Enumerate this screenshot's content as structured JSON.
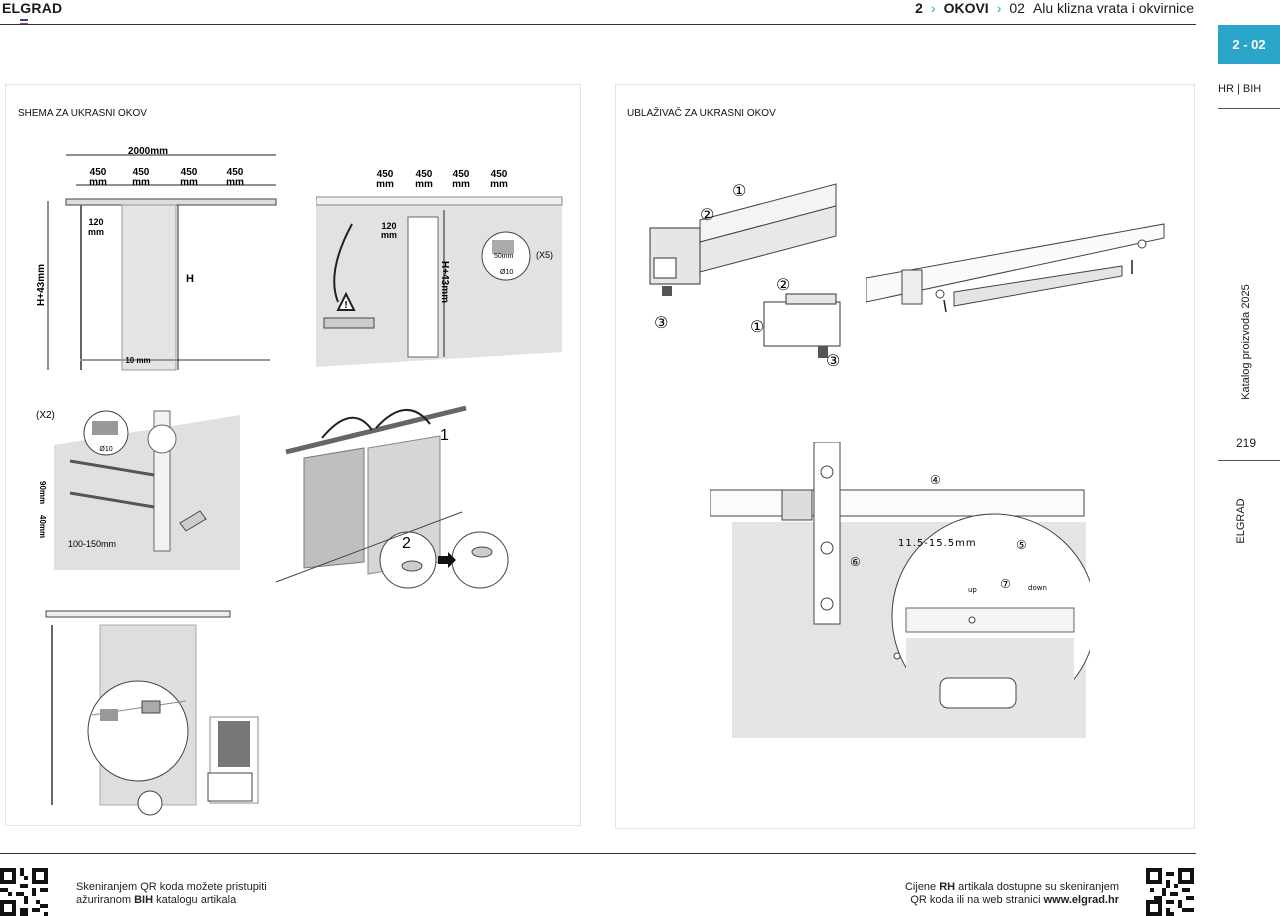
{
  "header": {
    "brand": "ELGRAD",
    "crumbs": [
      "2",
      "OKOVI",
      "02",
      "Alu klizna vrata i okvirnice"
    ]
  },
  "sidebar": {
    "page_tab": "2 - 02",
    "language": "HR | BIH",
    "catalog": "Katalog proizvoda 2025",
    "page_number": "219",
    "brand_vertical": "ELGRAD"
  },
  "left_panel": {
    "title": "SHEMA ZA UKRASNI OKOV",
    "fig1": {
      "total": "2000mm",
      "seg": "450",
      "unit": "mm",
      "gap": "120",
      "h_label": "H+43mm",
      "h": "H",
      "floor": "10 mm"
    },
    "fig2": {
      "seg": "450",
      "unit": "mm",
      "gap": "120",
      "h_label": "H+43mm",
      "drill": "50mm",
      "dia": "Ø10",
      "count": "(X5)"
    },
    "fig3": {
      "count": "(X2)",
      "dia": "Ø10",
      "h1": "40mm",
      "h2": "90mm",
      "depth": "100-150mm"
    },
    "fig4": {
      "step1": "1",
      "step2": "2"
    }
  },
  "right_panel": {
    "title": "UBLAŽIVAČ ZA UKRASNI OKOV",
    "fig1": {
      "c1": "①",
      "c2": "②",
      "c3": "③"
    },
    "fig3": {
      "c4": "④",
      "c5": "⑤",
      "c6": "⑥",
      "c7": "⑦",
      "gap": "11.5-15.5mm",
      "up": "up",
      "down": "down"
    }
  },
  "footer": {
    "left_note_line1": "Skeniranjem QR koda možete pristupiti",
    "left_note_pre": "ažuriranom ",
    "left_note_bold": "BIH",
    "left_note_post": " katalogu artikala",
    "right_note_pre": "Cijene ",
    "right_note_bold": "RH",
    "right_note_post": " artikala dostupne su skeniranjem",
    "right_note_line2_pre": "QR koda ili na web stranici ",
    "right_note_url": "www.elgrad.hr"
  },
  "colors": {
    "accent": "#2aa4c9",
    "panel_gray": "#e2e2e2",
    "line": "#333333"
  }
}
